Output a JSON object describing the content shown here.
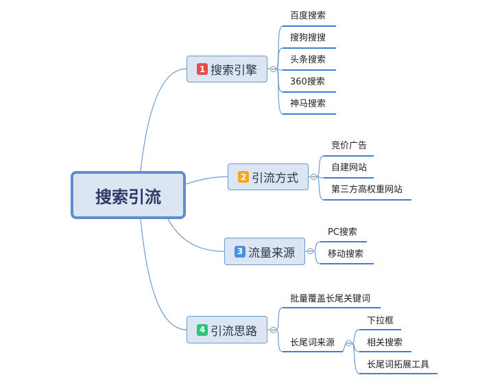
{
  "root": {
    "label": "搜索引流"
  },
  "branches": [
    {
      "num": "1",
      "label": "搜索引擎",
      "num_color": "#e84b4b",
      "children": [
        "百度搜索",
        "搜狗搜搜",
        "头条搜索",
        "360搜索",
        "神马搜索"
      ]
    },
    {
      "num": "2",
      "label": "引流方式",
      "num_color": "#f5a623",
      "children": [
        "竞价广告",
        "自建网站",
        "第三方高权重网站"
      ]
    },
    {
      "num": "3",
      "label": "流量来源",
      "num_color": "#4a90e2",
      "children": [
        "PC搜索",
        "移动搜索"
      ]
    },
    {
      "num": "4",
      "label": "引流思路",
      "num_color": "#2ec27e",
      "children": [
        "批量覆盖长尾关键词",
        "长尾词来源"
      ],
      "sub_children": [
        "下拉框",
        "相关搜索",
        "长尾词拓展工具"
      ]
    }
  ],
  "colors": {
    "line": "#6d9ad0",
    "underline": "#3f7fd6"
  },
  "icons": {
    "collapse": "collapse-circle-icon"
  }
}
